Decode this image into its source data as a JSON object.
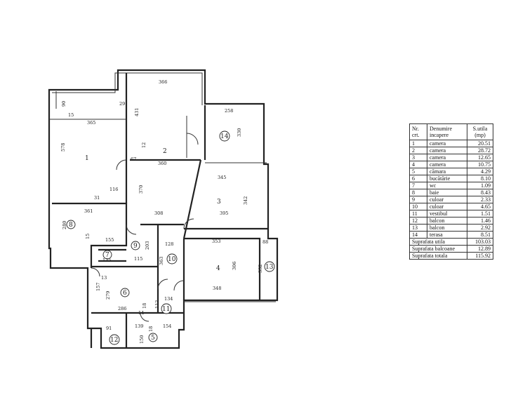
{
  "legend": {
    "headers": {
      "nr": "Nr.\ncrt.",
      "name": "Denumire\nincapere",
      "area": "S.utila\n(mp)"
    },
    "rows": [
      {
        "nr": "1",
        "name": "camera",
        "area": "20.51"
      },
      {
        "nr": "2",
        "name": "camera",
        "area": "28.72"
      },
      {
        "nr": "3",
        "name": "camera",
        "area": "12.65"
      },
      {
        "nr": "4",
        "name": "camera",
        "area": "10.75"
      },
      {
        "nr": "5",
        "name": "cămara",
        "area": "4.29"
      },
      {
        "nr": "6",
        "name": "bucătărie",
        "area": "8.10"
      },
      {
        "nr": "7",
        "name": "wc",
        "area": "1.09"
      },
      {
        "nr": "8",
        "name": "baie",
        "area": "8.43"
      },
      {
        "nr": "9",
        "name": "culoar",
        "area": "2.33"
      },
      {
        "nr": "10",
        "name": "culoar",
        "area": "4.65"
      },
      {
        "nr": "11",
        "name": "vestibul",
        "area": "1.51"
      },
      {
        "nr": "12",
        "name": "balcon",
        "area": "1.46"
      },
      {
        "nr": "13",
        "name": "balcon",
        "area": "2.92"
      },
      {
        "nr": "14",
        "name": "terasa",
        "area": "8.51"
      }
    ],
    "totals": [
      {
        "label": "Suprafata utila",
        "value": "103.03"
      },
      {
        "label": "Suprafata balcoane",
        "value": "12.89"
      },
      {
        "label": "Suprafata totala",
        "value": "115.92"
      }
    ]
  },
  "plan": {
    "rooms": [
      "1",
      "2",
      "3",
      "4",
      "5",
      "6",
      "7",
      "8",
      "9",
      "10",
      "11",
      "12",
      "13",
      "14"
    ],
    "dimensions": {
      "d_366": "366",
      "d_431": "431",
      "d_258": "258",
      "d_330": "330",
      "d_365": "365",
      "d_578": "578",
      "d_90": "90",
      "d_15a": "15",
      "d_29": "29",
      "d_67": "67",
      "d_12": "12",
      "d_360": "360",
      "d_370": "370",
      "d_116": "116",
      "d_31": "31",
      "d_345": "345",
      "d_342": "342",
      "d_395": "395",
      "d_308": "308",
      "d_361": "361",
      "d_280": "280",
      "d_155": "155",
      "d_15b": "15",
      "d_203": "203",
      "d_128": "128",
      "d_353": "353",
      "d_88": "88",
      "d_135": "135",
      "d_115": "115",
      "d_363": "363",
      "d_306": "306",
      "d_332": "332",
      "d_348": "348",
      "d_13": "13",
      "d_157": "157",
      "d_279": "279",
      "d_134": "134",
      "d_286": "286",
      "d_14": "14",
      "d_18a": "18",
      "d_112": "112",
      "d_91": "91",
      "d_139": "139",
      "d_18b": "18",
      "d_154": "154",
      "d_150": "150"
    }
  }
}
